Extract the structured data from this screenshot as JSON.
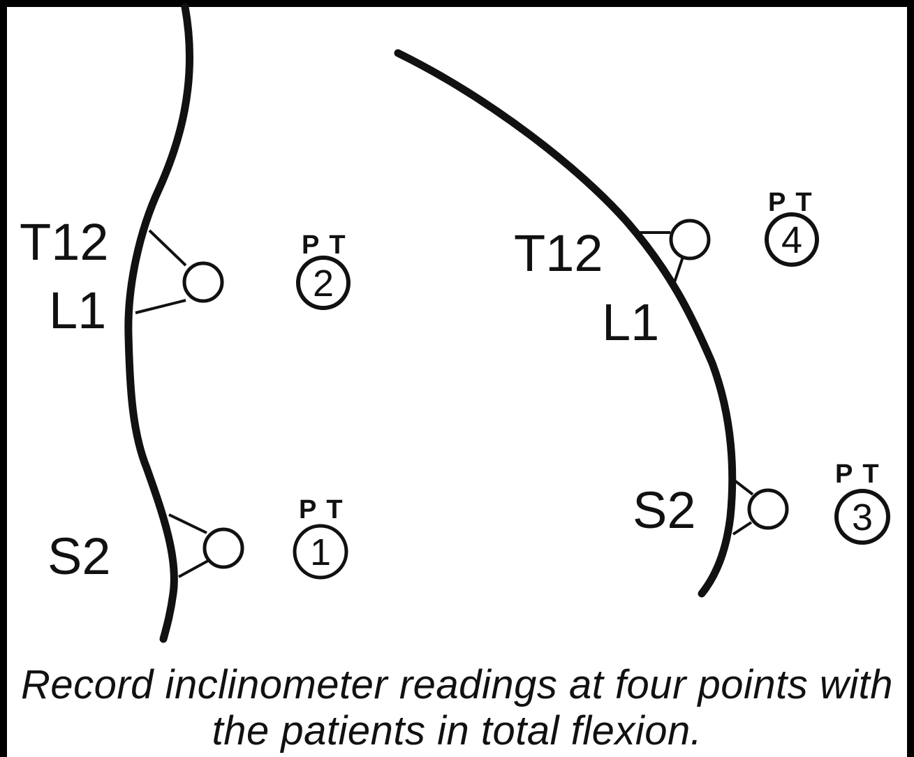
{
  "caption": "Record inclinometer readings at four points with the patients in total flexion.",
  "stance_upright": {
    "labels": {
      "upper": "T12",
      "lower": "L1",
      "sacral": "S2"
    },
    "points": [
      {
        "tag": "PT",
        "number": "2"
      },
      {
        "tag": "PT",
        "number": "1"
      }
    ]
  },
  "stance_flexion": {
    "labels": {
      "upper": "T12",
      "lower": "L1",
      "sacral": "S2"
    },
    "points": [
      {
        "tag": "PT",
        "number": "4"
      },
      {
        "tag": "PT",
        "number": "3"
      }
    ]
  },
  "colors": {
    "ink": "#111111",
    "background": "#ffffff",
    "frame": "#000000"
  }
}
